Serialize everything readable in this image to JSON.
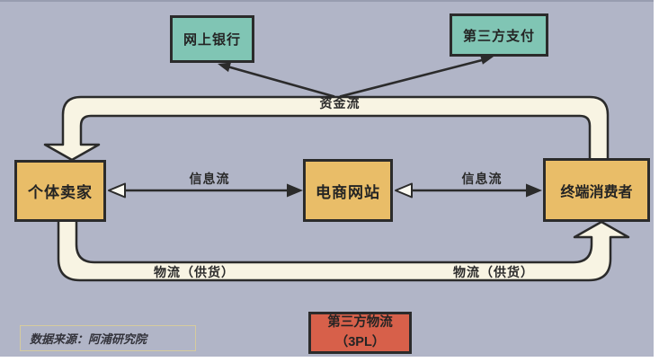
{
  "nodes": {
    "online_banking": {
      "label": "网上银行"
    },
    "third_party_payment": {
      "label": "第三方支付"
    },
    "individual_seller": {
      "label": "个体卖家"
    },
    "ecommerce_site": {
      "label": "电商网站"
    },
    "end_consumer": {
      "label": "终端消费者"
    },
    "third_party_logistics": {
      "line1": "第三方物流",
      "line2": "（3PL）"
    }
  },
  "flows": {
    "funds": {
      "label": "资金流"
    },
    "info_left": {
      "label": "信息流"
    },
    "info_right": {
      "label": "信息流"
    },
    "logistics_left": {
      "label": "物流（供货）"
    },
    "logistics_right": {
      "label": "物流（供货）"
    }
  },
  "source_note": {
    "text": "数据来源：阿浦研究院"
  },
  "colors": {
    "background": "#b1b5c7",
    "band_fill": "#f8f4e3",
    "teal_node": "#80c5b4",
    "gold_node": "#e9bd68",
    "red_node": "#d7604a",
    "outline": "#2b2b2b"
  }
}
